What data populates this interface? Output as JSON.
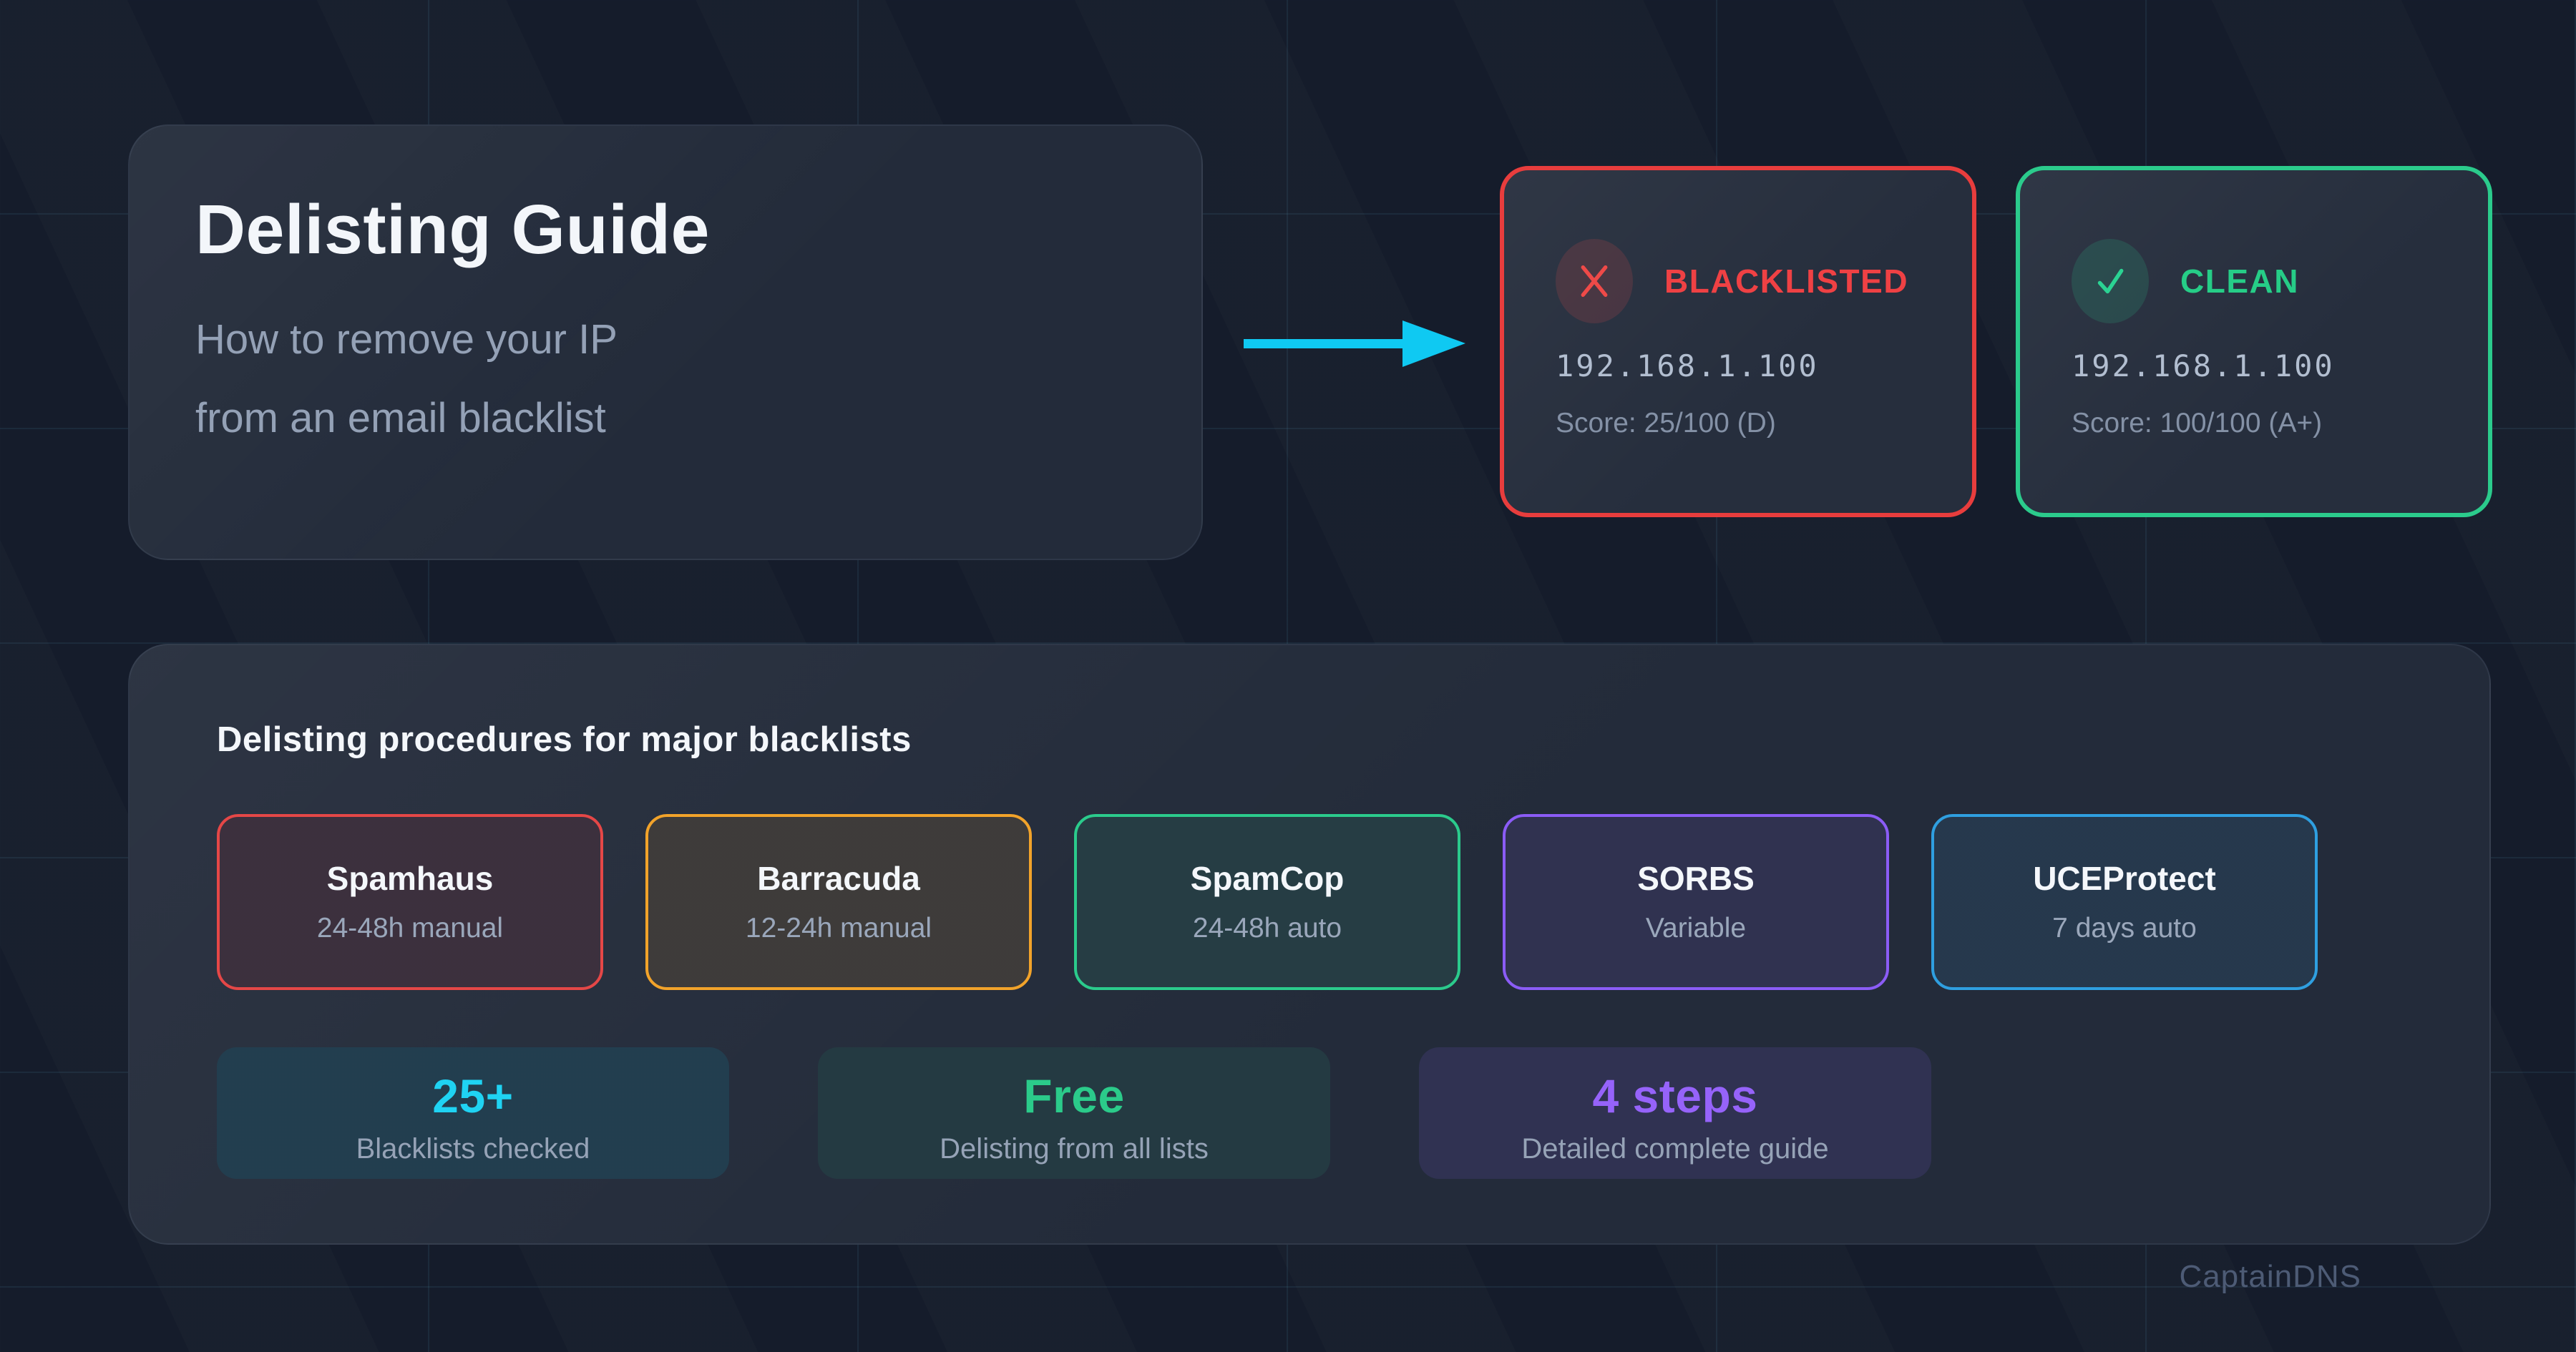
{
  "page": {
    "watermark": "CaptainDNS",
    "background_color": "#151c2b",
    "grid_line_color": "#2a4a5a"
  },
  "hero": {
    "title": "Delisting Guide",
    "subtitle_lines": [
      "How to remove your IP",
      "from an email blacklist"
    ]
  },
  "arrow": {
    "color": "#0fc9f2",
    "direction": "right"
  },
  "status_cards": [
    {
      "id": "blacklisted",
      "icon": "x-icon",
      "label": "BLACKLISTED",
      "ip": "192.168.1.100",
      "score": "Score: 25/100 (D)",
      "accent": "#e83d3d"
    },
    {
      "id": "clean",
      "icon": "check-icon",
      "label": "CLEAN",
      "ip": "192.168.1.100",
      "score": "Score: 100/100 (A+)",
      "accent": "#2bcb8c"
    }
  ],
  "procedures": {
    "heading": "Delisting procedures for major blacklists",
    "blacklists": [
      {
        "name": "Spamhaus",
        "time": "24-48h manual",
        "accent": "#e54747"
      },
      {
        "name": "Barracuda",
        "time": "12-24h manual",
        "accent": "#f2a32a"
      },
      {
        "name": "SpamCop",
        "time": "24-48h auto",
        "accent": "#2bcb8c"
      },
      {
        "name": "SORBS",
        "time": "Variable",
        "accent": "#8b5cf6"
      },
      {
        "name": "UCEProtect",
        "time": "7 days auto",
        "accent": "#2f9fe0"
      }
    ],
    "stats": [
      {
        "value": "25+",
        "label": "Blacklists checked",
        "accent": "#1fd3f3"
      },
      {
        "value": "Free",
        "label": "Delisting from all lists",
        "accent": "#2bcb8a"
      },
      {
        "value": "4 steps",
        "label": "Detailed complete guide",
        "accent": "#9663fa"
      }
    ]
  }
}
